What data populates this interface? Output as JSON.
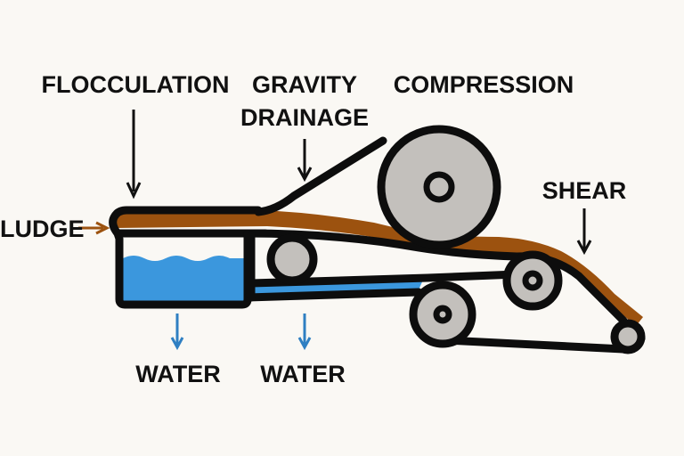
{
  "diagram": {
    "title": "Belt filter press sludge dewatering stages",
    "labels": {
      "flocculation": "FLOCCULATION",
      "gravity_line1": "GRAVITY",
      "gravity_line2": "DRAINAGE",
      "compression": "COMPRESSION",
      "shear": "SHEAR",
      "sludge": "LUDGE",
      "water_1": "WATER",
      "water_2": "WATER"
    },
    "colors": {
      "background": "#faf8f4",
      "outline": "#0d0d0d",
      "sludge": "#9c520f",
      "water": "#3b97dd",
      "water_arrow": "#2f7fc2",
      "roller": "#c3c0bc",
      "sludge_arrow": "#9c520f"
    }
  }
}
